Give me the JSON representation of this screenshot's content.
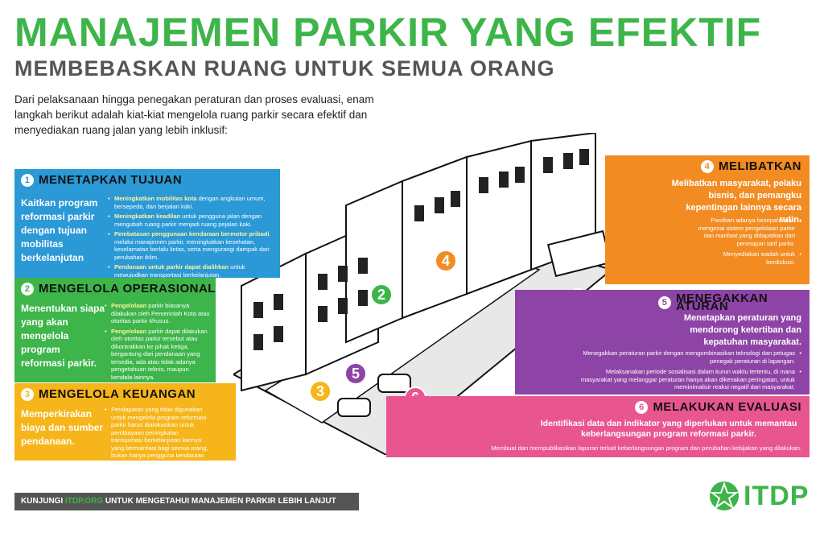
{
  "header": {
    "title": "MANAJEMEN PARKIR YANG EFEKTIF",
    "subtitle": "MEMBEBASKAN RUANG UNTUK SEMUA ORANG",
    "intro": "Dari pelaksanaan hingga penegakan peraturan dan proses evaluasi, enam langkah berikut adalah kiat-kiat mengelola ruang parkir secara efektif dan menyediakan ruang jalan yang lebih inklusif:"
  },
  "colors": {
    "green": "#3db54a",
    "blue": "#2a99d6",
    "yellow": "#f6b51a",
    "orange": "#f28c22",
    "purple": "#8e44a6",
    "pink": "#e9568f"
  },
  "steps": [
    {
      "num": "1",
      "title": "MENETAPKAN TUJUAN",
      "lead": "Kaitkan program reformasi parkir dengan tujuan mobilitas berkelanjutan",
      "bullets": [
        {
          "bold": "Meningkatkan mobilitas kota",
          "text": " dengan angkutan umum, bersepeda, dan berjalan kaki."
        },
        {
          "bold": "Meningkatkan keadilan",
          "text": " untuk pengguna jalan dengan mengubah ruang parkir menjadi ruang pejalan kaki."
        },
        {
          "bold": "Pembatasan penggunaan kendaraan bermotor pribadi",
          "text": " melalui manajemen parkir, meningkatkan kesehatan, keselamatan berlalu lintas, serta mengurangi dampak dari perubahan iklim."
        },
        {
          "bold": "Pendanaan untuk parkir dapat dialihkan",
          "text": " untuk mewujudkan transportasi berkelanjutan."
        }
      ]
    },
    {
      "num": "2",
      "title": "MENGELOLA OPERASIONAL",
      "lead": "Menentukan siapa yang akan mengelola program reformasi parkir.",
      "bullets": [
        {
          "bold": "Pengelolaan",
          "text": " parkir biasanya dilakukan oleh Pemerintah Kota atau otoritas parkir khusus."
        },
        {
          "bold": "Pengelolaan",
          "text": " parkir dapat dilakukan oleh otoritas parkir tersebut atau dikontrakkan ke pihak ketiga, bergantung dari pendanaan yang tersedia, ada atau tidak adanya pengetahuan teknis, maupun kendala lainnya."
        }
      ]
    },
    {
      "num": "3",
      "title": "MENGELOLA KEUANGAN",
      "lead": "Memperkirakan biaya dan sumber pendanaan.",
      "bullets": [
        {
          "bold": "",
          "text": "Pendapatan yang tidak digunakan untuk mengelola program reformasi parkir harus dialokasikan untuk pembiayaan peningkatan transportasi berkelanjutan lainnya yang bermanfaat bagi semua orang, bukan hanya pengguna kendaraan bermotor pribadi."
        }
      ]
    },
    {
      "num": "4",
      "title": "MELIBATKAN",
      "lead": "Melibatkan masyarakat, pelaku bisnis, dan pemangku kepentingan lainnya secara rutin.",
      "bullets": [
        {
          "bold": "",
          "text": "Pastikan adanya kesepahaman mengenai sistem pengelolaan parkir dan manfaat yang didapatkan dari penetapan tarif parkir."
        },
        {
          "bold": "",
          "text": "Menyediakan wadah untuk berdiskusi."
        }
      ]
    },
    {
      "num": "5",
      "title": "MENEGAKKAN ATURAN",
      "lead": "Menetapkan peraturan yang mendorong ketertiban dan kepatuhan masyarakat.",
      "bullets": [
        {
          "bold": "",
          "text": "Menegakkan peraturan parkir dengan mengombinasikan teknologi dan petugas penegak peraturan di lapangan."
        },
        {
          "bold": "",
          "text": "Melaksanakan periode sosialisasi dalam kurun waktu tertentu, di mana masyarakat yang melanggar peraturan hanya akan dikenakan peringatan, untuk meminimalisir reaksi negatif dari masyarakat."
        }
      ]
    },
    {
      "num": "6",
      "title": "MELAKUKAN EVALUASI",
      "lead": "Identifikasi  data dan indikator yang diperlukan untuk memantau keberlangsungan program reformasi parkir.",
      "bullets": [
        {
          "bold": "",
          "text": "Membuat dan mempublikasikan laporan terkait keberlangsungan program dan perubahan kebijakan yang dilakukan."
        }
      ]
    }
  ],
  "footer": {
    "prefix": "KUNJUNGI ",
    "link": "ITDP.ORG",
    "suffix": " UNTUK MENGETAHUI MANAJEMEN PARKIR LEBIH LANJUT"
  },
  "logo": {
    "text": "ITDP",
    "icon": "itdp-star-logo"
  }
}
